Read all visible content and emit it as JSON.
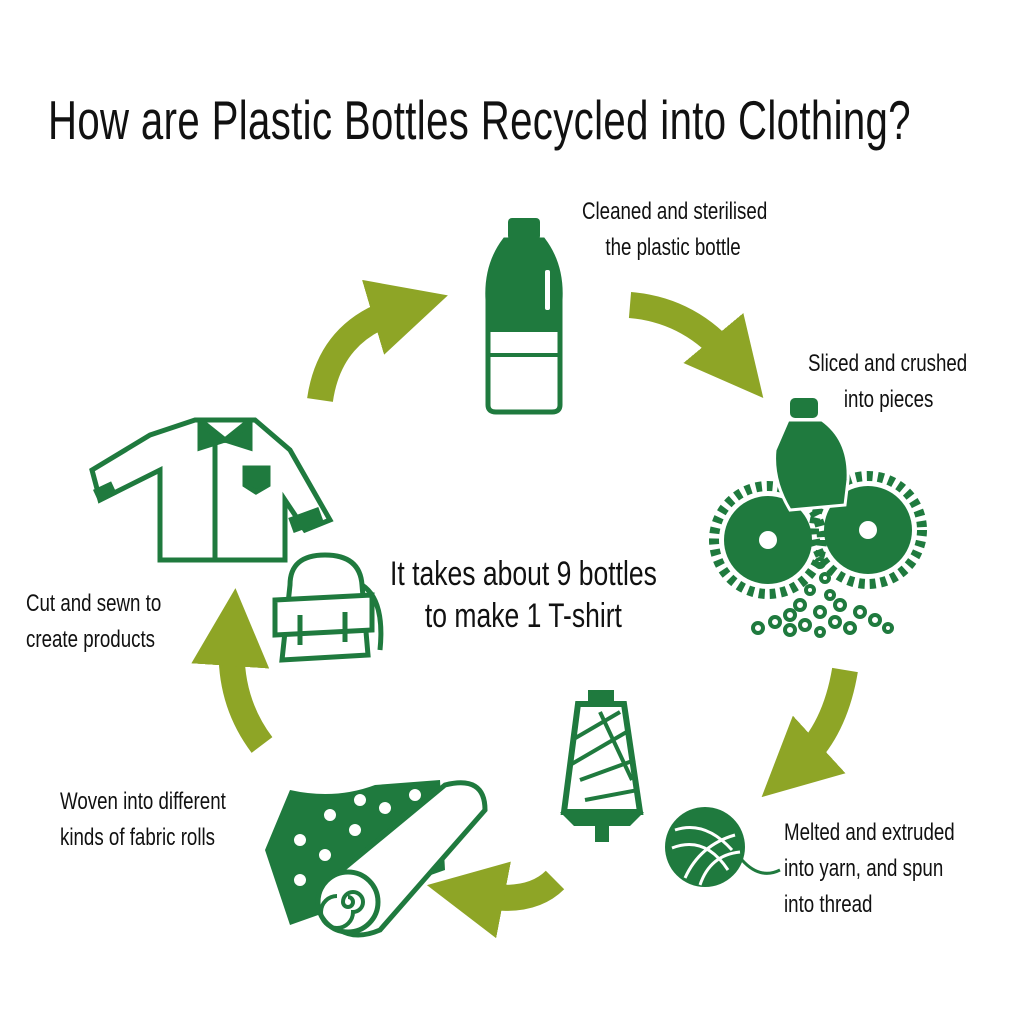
{
  "title": "How are Plastic Bottles Recycled into Clothing?",
  "center_text": [
    "It takes about 9 bottles",
    "to make 1 T-shirt"
  ],
  "steps": [
    {
      "lines": [
        "Cleaned and sterilised",
        "the plastic bottle"
      ],
      "icon": "plastic-bottle-icon"
    },
    {
      "lines": [
        "Sliced and crushed",
        "into pieces"
      ],
      "icon": "crusher-icon"
    },
    {
      "lines": [
        "Melted and extruded",
        "into yarn, and spun",
        "into thread"
      ],
      "icon": "yarn-thread-icon"
    },
    {
      "lines": [
        "Woven into different",
        "kinds of fabric rolls"
      ],
      "icon": "fabric-roll-icon"
    },
    {
      "lines": [
        "Cut and sewn to",
        "create products"
      ],
      "icon": "shirt-backpack-icon"
    }
  ],
  "colors": {
    "icon_green": "#1f7a3e",
    "arrow_olive": "#8ea526",
    "text": "#111111"
  }
}
